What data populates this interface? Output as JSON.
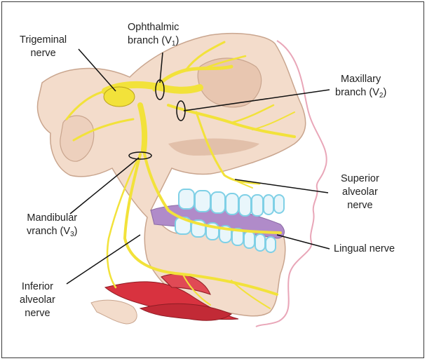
{
  "labels": {
    "trigeminal": {
      "line1": "Trigeminal",
      "line2": "nerve"
    },
    "ophthalmic": {
      "line1": "Ophthalmic",
      "line2_pre": "branch (V",
      "line2_sub": "1",
      "line2_post": ")"
    },
    "maxillary": {
      "line1": "Maxillary",
      "line2_pre": "branch (V",
      "line2_sub": "2",
      "line2_post": ")"
    },
    "superior_alveolar": {
      "line1": "Superior",
      "line2": "alveolar",
      "line3": "nerve"
    },
    "mandibular": {
      "line1": "Mandibular",
      "line2_pre": "vranch (V",
      "line2_sub": "3",
      "line2_post": ")"
    },
    "lingual": {
      "line1": "Lingual nerve"
    },
    "inferior_alveolar": {
      "line1": "Inferior",
      "line2": "alveolar",
      "line3": "nerve"
    }
  },
  "colors": {
    "nerve": "#f2e23a",
    "nerve_outline": "#b9a21a",
    "bone": "#f3dccb",
    "bone_shadow": "#d9b8a2",
    "skin_outline": "#e9a6b8",
    "teeth": "#e9f6fb",
    "teeth_glow": "#7fd0e6",
    "gum": "#b08bc9",
    "muscle": "#d8323f",
    "leader": "#111111"
  }
}
